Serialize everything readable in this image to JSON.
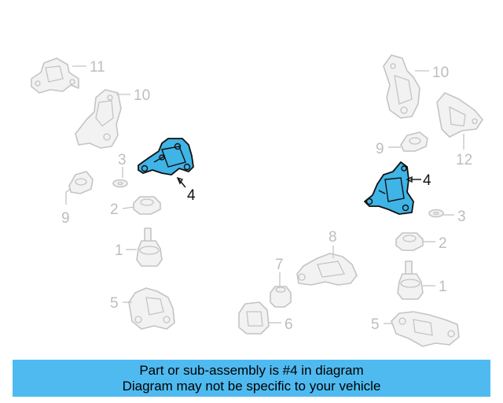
{
  "banner": {
    "line1": "Part or sub-assembly is #4 in diagram",
    "line2": "Diagram may not be specific to your vehicle"
  },
  "callouts": {
    "left_11": "11",
    "left_10": "10",
    "left_3": "3",
    "left_4": "4",
    "left_9": "9",
    "left_2": "2",
    "left_1": "1",
    "left_5": "5",
    "center_8": "8",
    "center_7": "7",
    "center_6": "6",
    "right_10": "10",
    "right_12": "12",
    "right_9": "9",
    "right_4": "4",
    "right_3": "3",
    "right_2": "2",
    "right_1": "1",
    "right_5": "5"
  },
  "highlight_color": "#3fb4e6",
  "banner_color": "#4fbaf0"
}
